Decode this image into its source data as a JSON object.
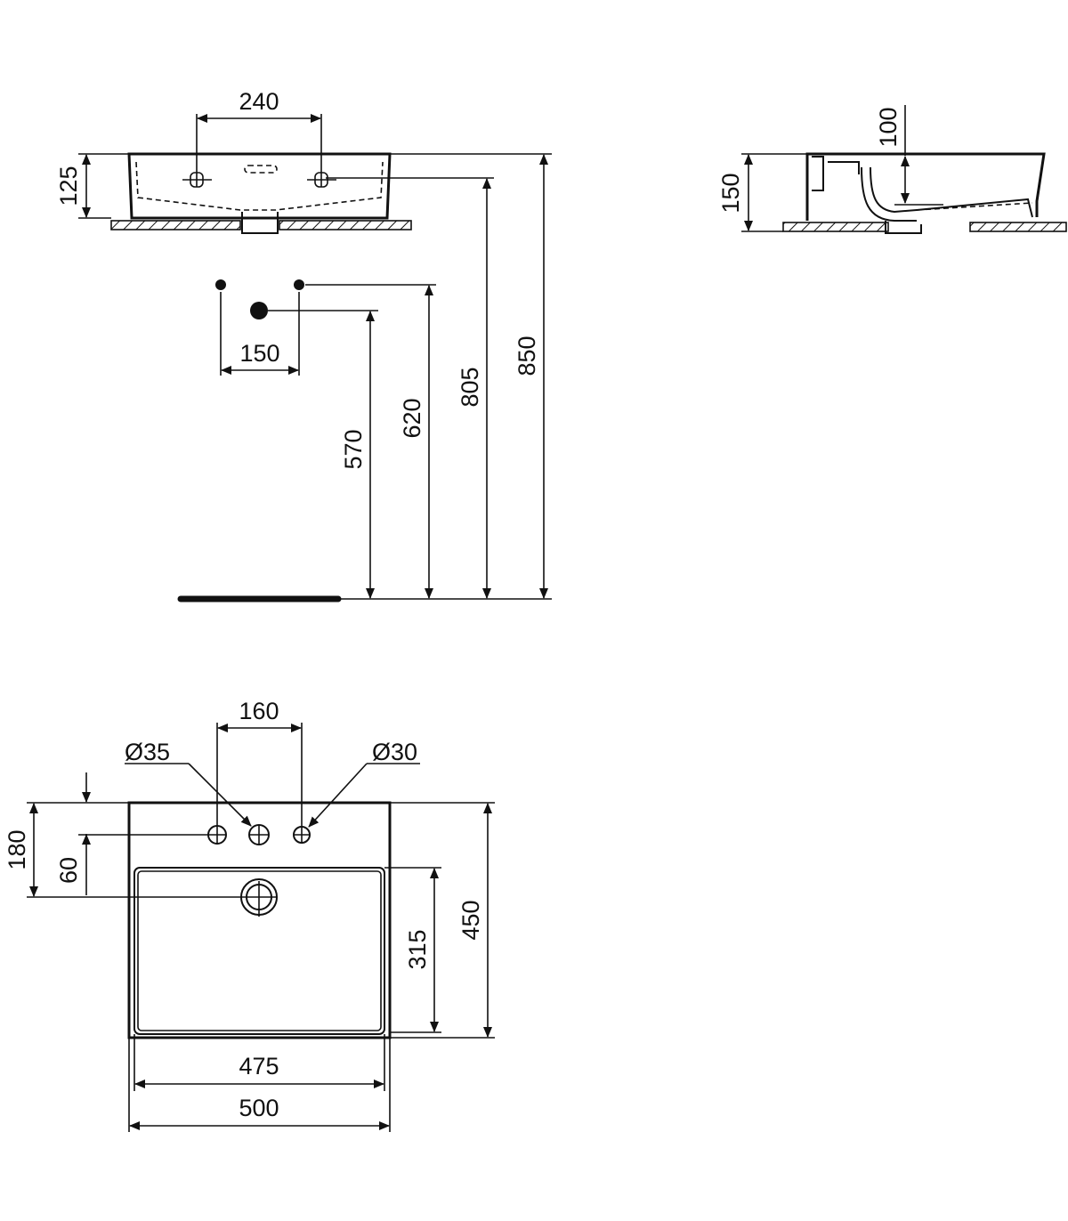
{
  "dimensions": {
    "front_tap_spacing": "240",
    "front_height": "125",
    "supply_spacing": "150",
    "waste_height": "570",
    "supply_height": "620",
    "basin_top_height": "805",
    "overall_height": "850",
    "side_overflow_depth": "100",
    "side_height": "150",
    "plan_tap_spacing": "160",
    "plan_tap_hole_diameter": "Ø35",
    "plan_side_hole_diameter": "Ø30",
    "plan_tap_hole_offset": "180",
    "plan_bowl_offset": "60",
    "plan_bowl_depth": "315",
    "plan_overall_depth": "450",
    "plan_bowl_width": "475",
    "plan_overall_width": "500"
  }
}
